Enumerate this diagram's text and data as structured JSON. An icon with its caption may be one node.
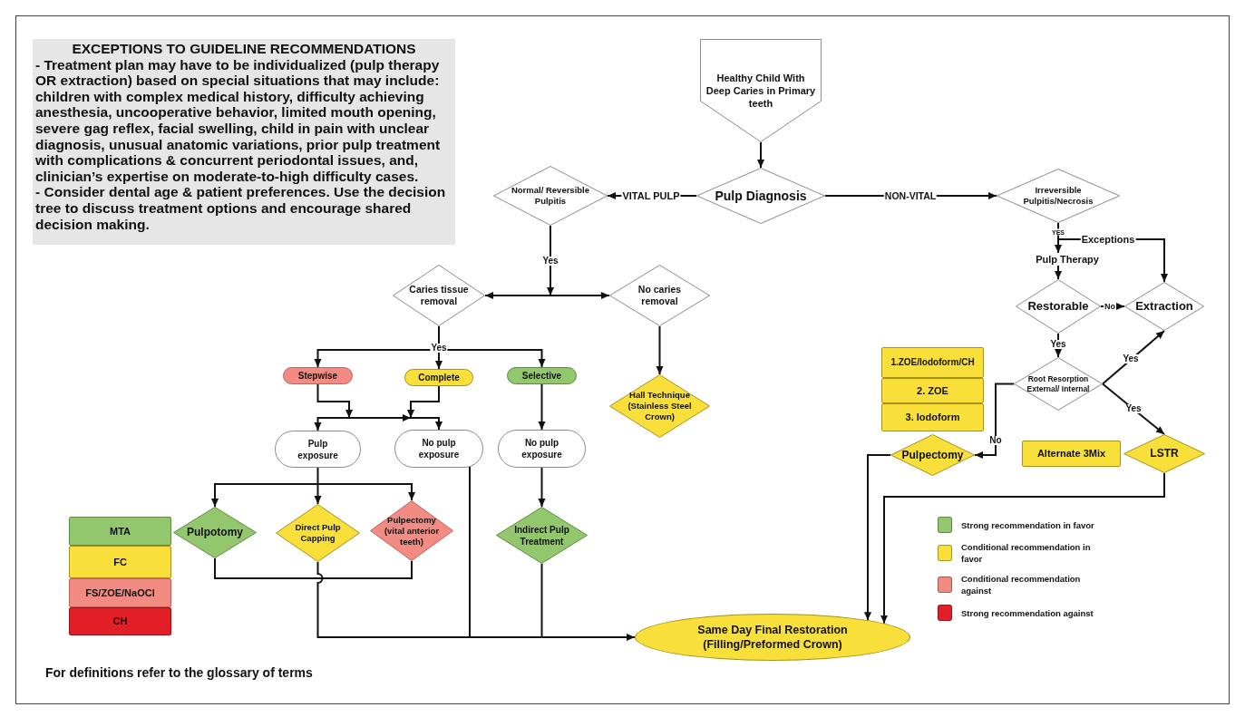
{
  "diagram": {
    "nodes": [
      {
        "text": [
          "EXCEPTIONS TO GUIDELINE RECOMMENDATIONS",
          "- Treatment plan may have to be individualized (pulp therapy OR extraction) based on special situations that may include: children with complex medical history, difficulty achieving anesthesia, uncooperative behavior, limited mouth opening, severe gag reflex, facial swelling, child in pain with unclear diagnosis, unusual anatomic variations, prior pulp treatment with complications & concurrent periodontal issues, and, clinician’s expertise on moderate-to-high difficulty cases.",
          "- Consider dental age & patient preferences. Use the decision tree to discuss treatment options and encourage shared decision making."
        ]
      },
      {
        "text": [
          "Healthy Child With Deep Caries in Primary teeth"
        ]
      },
      {
        "text": [
          "Pulp Diagnosis"
        ]
      },
      {
        "text": [
          "Normal/ Reversible Pulpitis"
        ]
      },
      {
        "text": [
          "Irreversible Pulpitis/Necrosis"
        ]
      },
      {
        "text": [
          "Pulp Therapy"
        ]
      },
      {
        "text": [
          "Caries tissue removal"
        ]
      },
      {
        "text": [
          "No caries removal"
        ]
      },
      {
        "text": [
          "Restorable"
        ]
      },
      {
        "text": [
          "Extraction"
        ]
      },
      {
        "text": [
          "Stepwise"
        ]
      },
      {
        "text": [
          "Complete"
        ]
      },
      {
        "text": [
          "Selective"
        ]
      },
      {
        "text": [
          "Hall Technique (Stainless Steel Crown)"
        ]
      },
      {
        "text": [
          "1.ZOE/Iodoform/CH"
        ]
      },
      {
        "text": [
          "2. ZOE"
        ]
      },
      {
        "text": [
          "3. Iodoform"
        ]
      },
      {
        "text": [
          "Root Resorption External/ Internal"
        ]
      },
      {
        "text": [
          "Pulp exposure"
        ]
      },
      {
        "text": [
          "No pulp exposure"
        ]
      },
      {
        "text": [
          "No pulp exposure"
        ]
      },
      {
        "text": [
          "Pulpectomy"
        ]
      },
      {
        "text": [
          "Alternate 3Mix"
        ]
      },
      {
        "text": [
          "LSTR"
        ]
      },
      {
        "text": [
          "MTA"
        ]
      },
      {
        "text": [
          "FC"
        ]
      },
      {
        "text": [
          "FS/ZOE/NaOCl"
        ]
      },
      {
        "text": [
          "CH"
        ]
      },
      {
        "text": [
          "Pulpotomy"
        ]
      },
      {
        "text": [
          "Direct Pulp Capping"
        ]
      },
      {
        "text": [
          "Pulpectomy (vital anterior teeth)"
        ]
      },
      {
        "text": [
          "Indirect Pulp Treatment"
        ]
      },
      {
        "text": [
          "Same Day Final Restoration (Filling/Preformed Crown)"
        ]
      }
    ],
    "edges": [
      {
        "from": 1,
        "to": 2,
        "arrow": "to"
      },
      {
        "from": 2,
        "to": 3,
        "label": "VITAL PULP",
        "arrow": "to"
      },
      {
        "from": 2,
        "to": 4,
        "label": "NON-VITAL",
        "arrow": "to"
      },
      {
        "from": 3,
        "to": 6,
        "label": "Yes",
        "arrow": "to"
      },
      {
        "from": 3,
        "to": 7,
        "arrow": "to"
      },
      {
        "from": 4,
        "to": 5,
        "label": "YES",
        "arrow": "to"
      },
      {
        "from": 4,
        "to": 9,
        "label": "Exceptions",
        "arrow": "to"
      },
      {
        "from": 5,
        "to": 8,
        "arrow": "to"
      },
      {
        "from": 8,
        "to": 9,
        "label": "No",
        "arrow": "to"
      },
      {
        "from": 8,
        "to": 17,
        "label": "Yes",
        "arrow": "to"
      },
      {
        "from": 17,
        "to": 9,
        "label": "Yes",
        "arrow": "to"
      },
      {
        "from": 17,
        "to": 23,
        "label": "Yes",
        "arrow": "to"
      },
      {
        "from": 17,
        "to": 21,
        "label": "No",
        "arrow": "to"
      },
      {
        "from": 21,
        "to": 32,
        "arrow": "to"
      },
      {
        "from": 23,
        "to": 32,
        "arrow": "to"
      },
      {
        "from": 6,
        "to": 10,
        "label": "Yes",
        "arrow": "to"
      },
      {
        "from": 6,
        "to": 11,
        "arrow": "to"
      },
      {
        "from": 6,
        "to": 12,
        "arrow": "to"
      },
      {
        "from": 10,
        "to": 18,
        "arrow": "to"
      },
      {
        "from": 10,
        "to": 19,
        "arrow": "to"
      },
      {
        "from": 11,
        "to": 18,
        "arrow": "to"
      },
      {
        "from": 11,
        "to": 19,
        "arrow": "to"
      },
      {
        "from": 12,
        "to": 20,
        "arrow": "to"
      },
      {
        "from": 7,
        "to": 13,
        "arrow": "to"
      },
      {
        "from": 18,
        "to": 28,
        "arrow": "to"
      },
      {
        "from": 18,
        "to": 29,
        "arrow": "to"
      },
      {
        "from": 18,
        "to": 30,
        "arrow": "to"
      },
      {
        "from": 28,
        "to": 30,
        "arrow": "none"
      },
      {
        "from": 29,
        "to": 32,
        "arrow": "to"
      },
      {
        "from": 19,
        "to": 32,
        "arrow": "to"
      },
      {
        "from": 31,
        "to": 32,
        "arrow": "to"
      },
      {
        "from": 20,
        "to": 31,
        "arrow": "to"
      }
    ],
    "labels": [
      "For definitions refer to the glossary of terms"
    ],
    "legend": [
      {
        "text": "Strong recommendation in favor",
        "color": "#93c76e"
      },
      {
        "text": "Conditional recommendation in favor",
        "color": "#f9df3a"
      },
      {
        "text": "Conditional recommendation against",
        "color": "#f28b82"
      },
      {
        "text": "Strong recommendation against",
        "color": "#e21f26"
      }
    ]
  }
}
